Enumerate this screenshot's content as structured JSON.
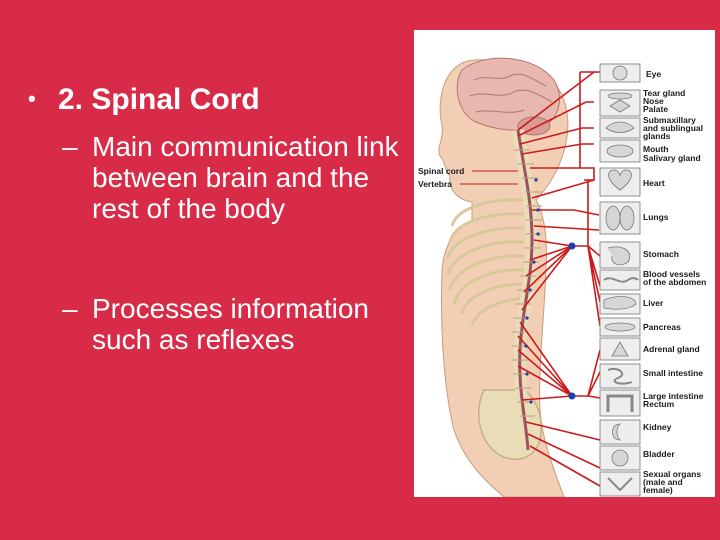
{
  "slide": {
    "bullet_symbol": "•",
    "heading": "2. Spinal Cord",
    "points": [
      {
        "dash": "–",
        "text": "Main communication link between brain and the rest of the body"
      },
      {
        "dash": "–",
        "text": "Processes information such as reflexes"
      }
    ]
  },
  "figure": {
    "cord_labels": [
      "Spinal cord",
      "Vertebra"
    ],
    "organs": [
      {
        "label": "Eye",
        "icon": "eye-icon"
      },
      {
        "label": "Tear gland",
        "icon": "tear-gland-icon"
      },
      {
        "label": "Nose",
        "icon": "nose-icon"
      },
      {
        "label": "Palate",
        "icon": "palate-icon"
      },
      {
        "label": "Submaxillary and sublingual glands",
        "icon": "gland-icon"
      },
      {
        "label": "Mouth",
        "icon": "mouth-icon"
      },
      {
        "label": "Salivary gland",
        "icon": "salivary-gland-icon"
      },
      {
        "label": "Heart",
        "icon": "heart-icon"
      },
      {
        "label": "Lungs",
        "icon": "lungs-icon"
      },
      {
        "label": "Stomach",
        "icon": "stomach-icon"
      },
      {
        "label": "Blood vessels of the abdomen",
        "icon": "blood-vessels-icon"
      },
      {
        "label": "Liver",
        "icon": "liver-icon"
      },
      {
        "label": "Pancreas",
        "icon": "pancreas-icon"
      },
      {
        "label": "Adrenal gland",
        "icon": "adrenal-gland-icon"
      },
      {
        "label": "Small intestine",
        "icon": "small-intestine-icon"
      },
      {
        "label": "Large intestine Rectum",
        "icon": "large-intestine-icon"
      },
      {
        "label": "Kidney",
        "icon": "kidney-icon"
      },
      {
        "label": "Bladder",
        "icon": "bladder-icon"
      },
      {
        "label": "Sexual organs (male and female)",
        "icon": "sexual-organs-icon"
      }
    ],
    "colors": {
      "nerve": "#cc1a1a",
      "ganglion": "#1a3fb0",
      "skin": "#f2cfb4",
      "bone": "#e9ddb8"
    }
  }
}
